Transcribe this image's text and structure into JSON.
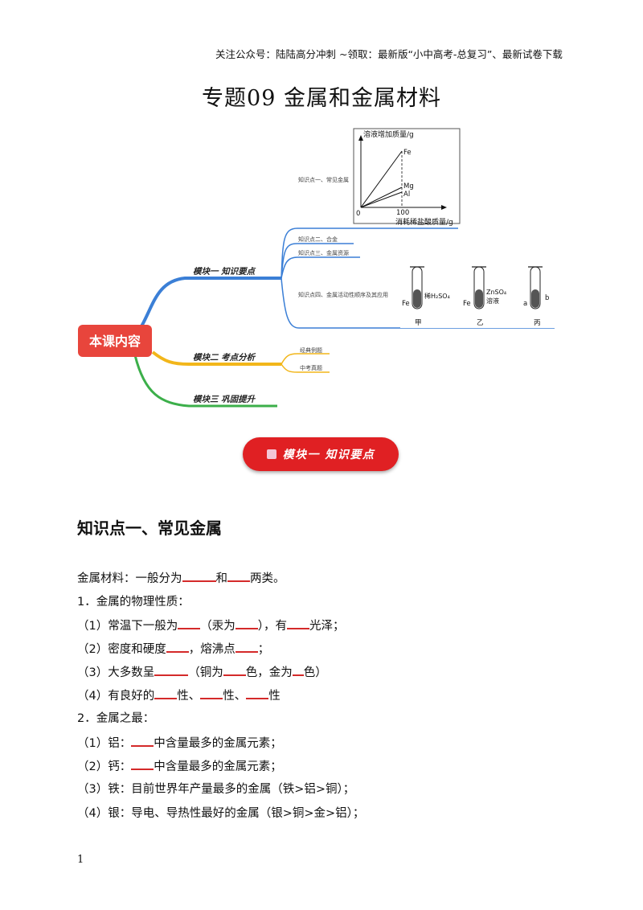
{
  "header": {
    "note": "关注公众号：陆陆高分冲刺 ~领取：最新版“小中高考-总复习”、最新试卷下载"
  },
  "title": "专题09  金属和金属材料",
  "mindmap": {
    "center": "本课内容",
    "modules": [
      "模块一  知识要点",
      "模块二  考点分析",
      "模块三  巩固提升"
    ],
    "km1": "知识点一、常见金属",
    "km2": "知识点二、合金",
    "km3": "知识点三、金属资源",
    "km4": "知识点四、金属活动性顺序及其应用",
    "exam1": "经典例题",
    "exam2": "中考真题",
    "graph": {
      "ylabel": "溶液增加质量/g",
      "xlabel": "消耗稀盐酸质量/g",
      "origin": "0",
      "xtick": "100",
      "series": [
        "Fe",
        "Mg",
        "Al"
      ]
    },
    "tubes": {
      "t1_metal": "Fe",
      "t1_acid": "稀H₂SO₄",
      "t2_metal": "Fe",
      "t2_sol1": "ZnSO₄",
      "t2_sol2": "溶液",
      "t3_a": "a",
      "t3_b": "b",
      "labels": [
        "甲",
        "乙",
        "丙"
      ]
    }
  },
  "pill": {
    "label": "模块一  知识要点"
  },
  "section": {
    "heading": "知识点一、常见金属"
  },
  "lines": {
    "l1": {
      "a": "金属材料：一般分为",
      "b": "和",
      "c": "两类。"
    },
    "l2": "1．金属的物理性质：",
    "l3": {
      "a": "（1）常温下一般为",
      "b": "（汞为",
      "c": "），有",
      "d": "光泽；"
    },
    "l4": {
      "a": "（2）密度和硬度",
      "b": "，熔沸点",
      "c": "；"
    },
    "l5": {
      "a": "（3）大多数呈",
      "b": "（铜为",
      "c": "色，金为",
      "d": "色）"
    },
    "l6": {
      "a": "（4）有良好的",
      "b": "性、",
      "c": "性、",
      "d": "性"
    },
    "l7": "2．金属之最：",
    "l8": {
      "a": "（1）铝：",
      "b": "中含量最多的金属元素；"
    },
    "l9": {
      "a": "（2）钙：",
      "b": "中含量最多的金属元素；"
    },
    "l10": "（3）铁：目前世界年产量最多的金属（铁>铝>铜）；",
    "l11": "（4）银：导电、导热性最好的金属（银>铜>金>铝）；"
  },
  "page_number": "1",
  "colors": {
    "accent_red": "#e02023",
    "branch_blue": "#3b7fd6",
    "branch_yellow": "#f2b61a",
    "branch_green": "#3caf4a"
  }
}
